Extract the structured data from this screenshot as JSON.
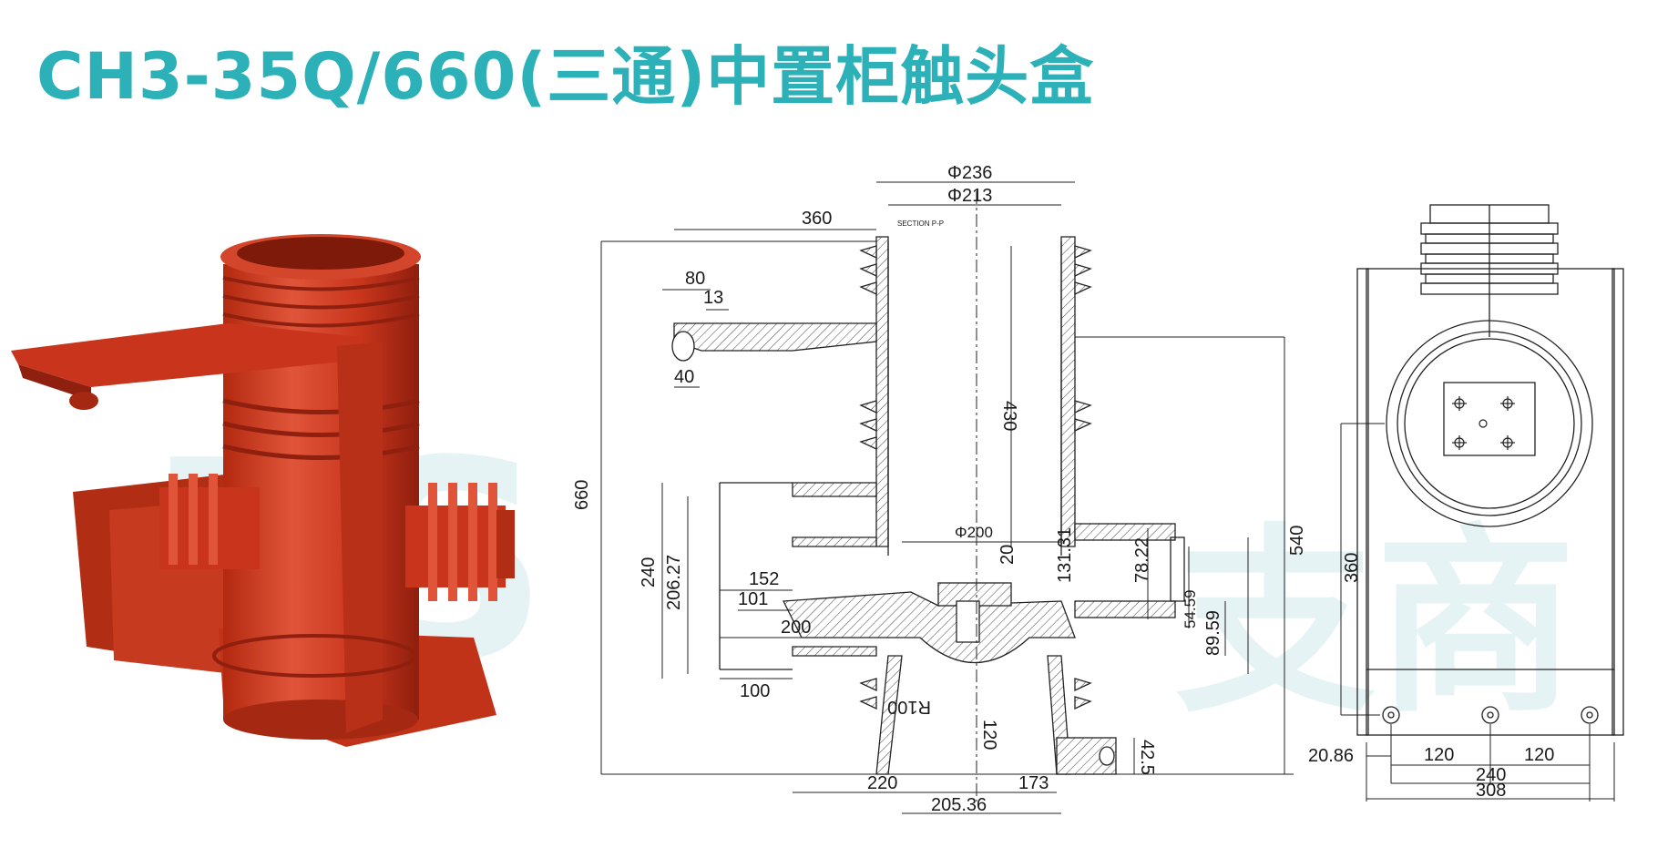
{
  "title": "CH3-35Q/660(三通)中置柜触头盒",
  "watermark": {
    "latin": "ZS",
    "cjk": "支商"
  },
  "section_label": "SECTION P-P",
  "dimensions": {
    "phi236": "Φ236",
    "phi213": "Φ213",
    "d360_top": "360",
    "d80": "80",
    "d13": "13",
    "d40": "40",
    "d660": "660",
    "d430": "430",
    "d540": "540",
    "d240": "240",
    "d206_27": "206.27",
    "d152": "152",
    "d101": "101",
    "d200": "200",
    "d100": "100",
    "phi200": "Φ200",
    "d20": "20",
    "d131_31": "131.31",
    "d78_22": "78.22",
    "d54_59": "54.59",
    "d89_59": "89.59",
    "r100": "R100",
    "d120_mid": "120",
    "d42_5": "42.5",
    "d220": "220",
    "d173": "173",
    "d205_36": "205.36",
    "d360_side": "360",
    "d20_86": "20.86",
    "d120_a": "120",
    "d120_b": "120",
    "d240_bot": "240",
    "d308": "308"
  },
  "colors": {
    "title": "#2bb1b7",
    "product": "#c8351c",
    "product_dark": "#8f1f0e",
    "product_light": "#e2644a"
  }
}
